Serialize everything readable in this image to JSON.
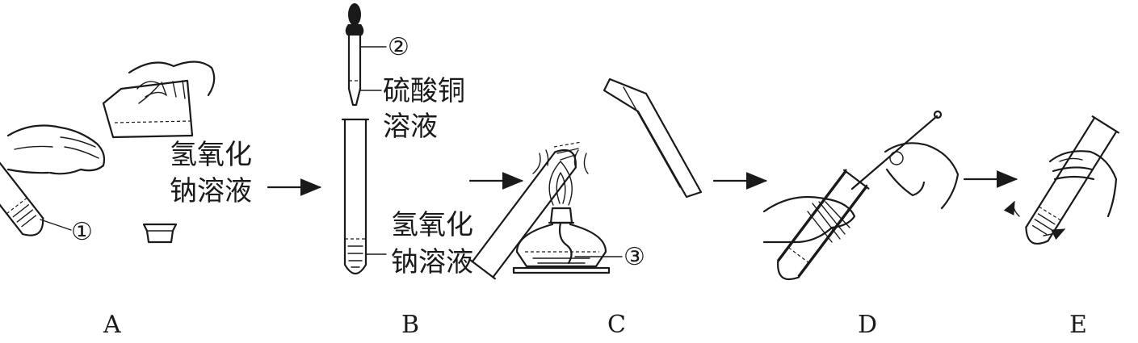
{
  "steps": {
    "a": {
      "letter": "A",
      "reagent_line1": "氢氧化",
      "reagent_line2": "钠溶液",
      "marker": "①"
    },
    "b": {
      "letter": "B",
      "dropper_marker": "②",
      "dropper_line1": "硫酸铜",
      "dropper_line2": "溶液",
      "tube_line1": "氢氧化",
      "tube_line2": "钠溶液"
    },
    "c": {
      "letter": "C",
      "marker": "③"
    },
    "d": {
      "letter": "D"
    },
    "e": {
      "letter": "E"
    }
  }
}
